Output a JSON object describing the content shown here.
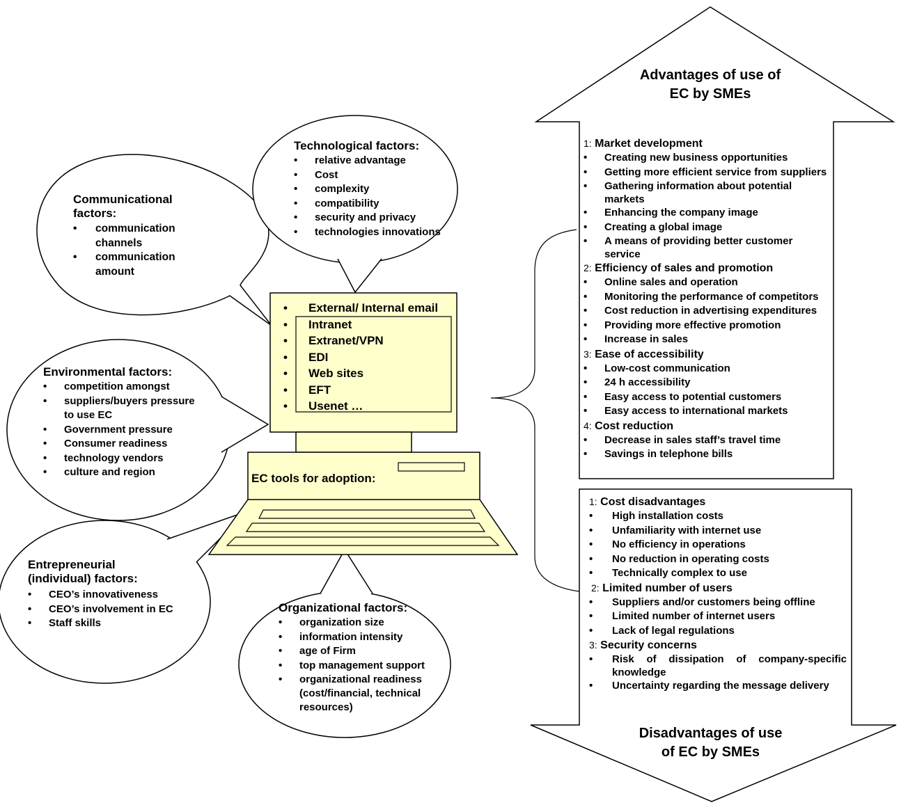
{
  "communicational": {
    "title": "Communicational factors:",
    "items": [
      "communication channels",
      "communication amount"
    ]
  },
  "technological": {
    "title": "Technological factors:",
    "items": [
      "relative advantage",
      "Cost",
      "complexity",
      "compatibility",
      "security and privacy",
      "technologies innovations"
    ]
  },
  "environmental": {
    "title": "Environmental factors:",
    "items": [
      "competition amongst",
      "suppliers/buyers pressure to use EC",
      "Government pressure",
      "Consumer readiness",
      "technology vendors",
      "culture and region"
    ]
  },
  "entrepreneurial": {
    "title": "Entrepreneurial (individual) factors:",
    "items": [
      "CEO’s innovativeness",
      "CEO’s involvement in EC",
      "Staff skills"
    ]
  },
  "organizational": {
    "title": "Organizational factors:",
    "items": [
      "organization size",
      "information intensity",
      "age of Firm",
      "top management support",
      "organizational readiness (cost/financial, technical resources)"
    ]
  },
  "screen": {
    "items": [
      "External/ Internal email",
      "Intranet",
      "Extranet/VPN",
      "EDI",
      "Web sites",
      "EFT",
      "Usenet …"
    ]
  },
  "computer": {
    "label": "EC tools for adoption:"
  },
  "advantages": {
    "title": "Advantages of use of EC by SMEs",
    "sections": [
      {
        "num": "1:",
        "title": "Market development",
        "items": [
          "Creating new business opportunities",
          "Getting more efficient service from suppliers",
          "Gathering information about potential markets",
          "Enhancing the company image",
          "Creating a global image",
          "A means of providing better customer service"
        ]
      },
      {
        "num": "2:",
        "title": "Efficiency of sales and promotion",
        "items": [
          "Online sales and operation",
          "Monitoring the performance of competitors",
          "Cost reduction in advertising expenditures",
          "Providing more effective promotion",
          "Increase in sales"
        ]
      },
      {
        "num": "3:",
        "title": "Ease of accessibility",
        "items": [
          "Low-cost communication",
          "24 h accessibility",
          "Easy access to potential customers",
          "Easy access to international markets"
        ]
      },
      {
        "num": "4:",
        "title": "Cost reduction",
        "items": [
          "Decrease in sales staff’s travel time",
          "Savings in telephone bills"
        ]
      }
    ]
  },
  "disadvantages": {
    "title": "Disadvantages of use of EC by SMEs",
    "sections": [
      {
        "num": "1:",
        "title": "Cost disadvantages",
        "items": [
          "High installation costs",
          "Unfamiliarity with internet use",
          "No efficiency in operations",
          "No reduction in operating costs",
          "Technically complex to use"
        ]
      },
      {
        "num": "2:",
        "title": "Limited number of users",
        "items": [
          "Suppliers and/or customers being offline",
          "Limited number of internet users",
          "Lack of legal regulations"
        ]
      },
      {
        "num": "3:",
        "title": "Security concerns",
        "items": [
          "Risk of dissipation of company-specific knowledge",
          "Uncertainty regarding the message delivery"
        ]
      }
    ]
  },
  "colors": {
    "computer_fill": "#ffffcc",
    "stroke": "#000000"
  }
}
